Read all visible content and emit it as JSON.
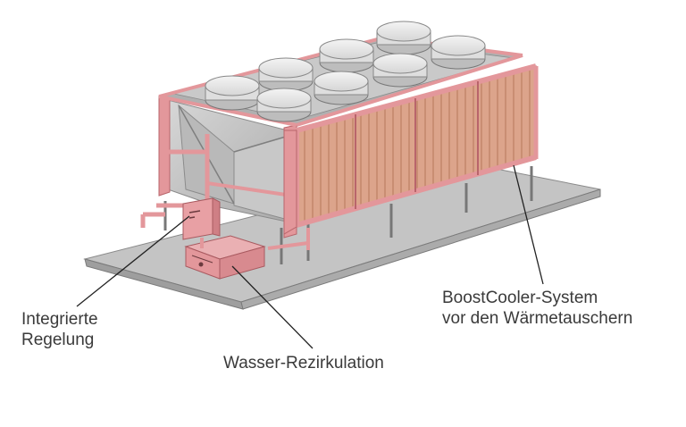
{
  "callouts": {
    "integrated_control": {
      "line1": "Integrierte",
      "line2": "Regelung"
    },
    "water_recirculation": {
      "text": "Wasser-Rezirkulation"
    },
    "boostcooler": {
      "line1": "BoostCooler-System",
      "line2": "vor den Wärmetauschern"
    }
  },
  "colors": {
    "frame": "#e3979b",
    "frame_dark": "#c46e74",
    "panel": "#d9a58c",
    "panel_stripe": "#c98e73",
    "fan": "#e8e8e8",
    "concrete": "#bdbdbd",
    "leader": "#222222",
    "text": "#3a3a3a"
  }
}
